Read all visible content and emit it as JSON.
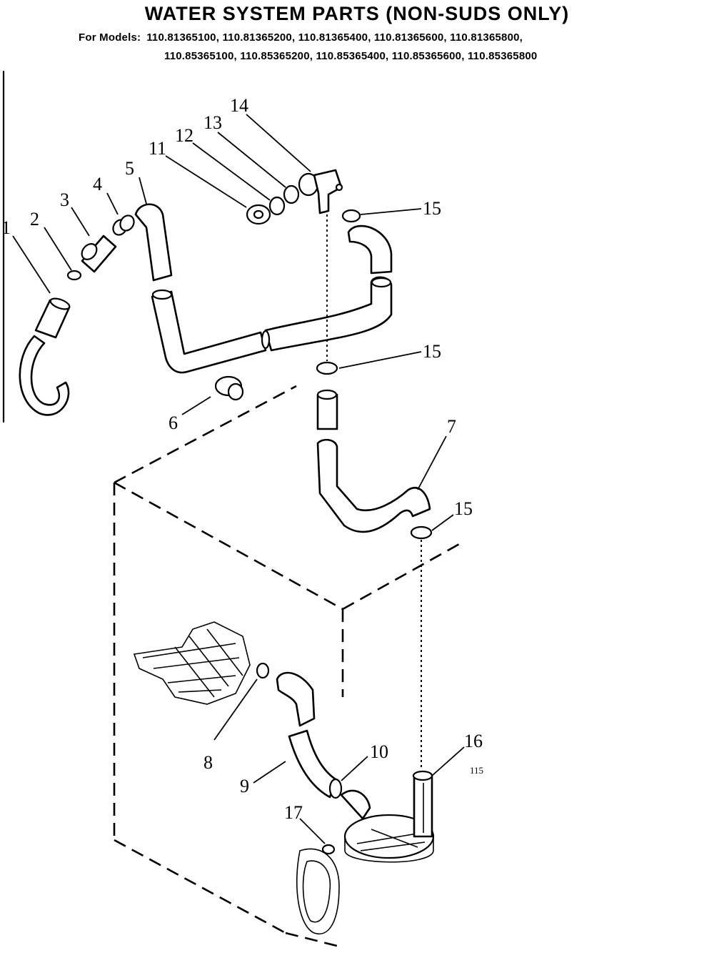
{
  "title": "WATER SYSTEM PARTS (NON-SUDS ONLY)",
  "models_label": "For Models:",
  "models_line1": "110.81365100, 110.81365200, 110.81365400, 110.81365600, 110.81365800,",
  "models_line2": "110.85365100, 110.85365200, 110.85365400, 110.85365600, 110.85365800",
  "callouts": {
    "c1": "1",
    "c2": "2",
    "c3": "3",
    "c4": "4",
    "c5": "5",
    "c6": "6",
    "c7": "7",
    "c8": "8",
    "c9": "9",
    "c10": "10",
    "c11": "11",
    "c12": "12",
    "c13": "13",
    "c14": "14",
    "c15a": "15",
    "c15b": "15",
    "c15c": "15",
    "c16": "16",
    "c17": "17"
  },
  "code": "115"
}
